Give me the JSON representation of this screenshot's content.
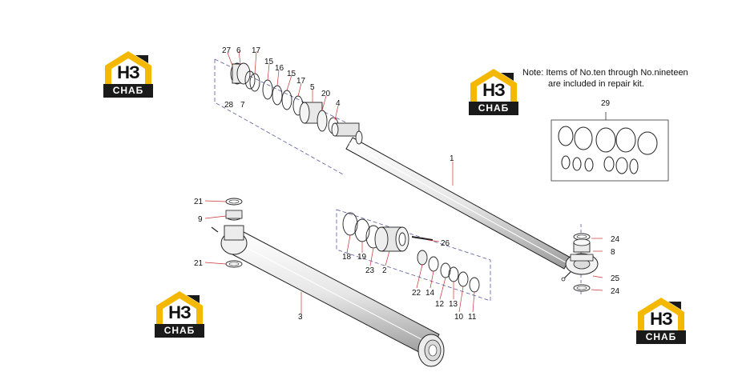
{
  "note": {
    "line1": "Note: Items of No.ten through No.nineteen",
    "line2": "are included in repair kit."
  },
  "logo": {
    "mark": "НЗ",
    "word": "СНАБ",
    "brand_yellow": "#f5b800",
    "brand_black": "#1a1a1a"
  },
  "callouts": [
    "27",
    "6",
    "17",
    "15",
    "16",
    "15",
    "17",
    "5",
    "20",
    "4",
    "28",
    "7",
    "1",
    "29",
    "21",
    "9",
    "21",
    "3",
    "18",
    "19",
    "23",
    "2",
    "22",
    "14",
    "12",
    "13",
    "10",
    "11",
    "26",
    "24",
    "8",
    "25",
    "24"
  ],
  "colors": {
    "line": "#222222",
    "dash": "#5a5aa0",
    "leader": "#cc3333",
    "part_fill": "#f2f2f2",
    "part_shadow": "#bdbdbd"
  }
}
